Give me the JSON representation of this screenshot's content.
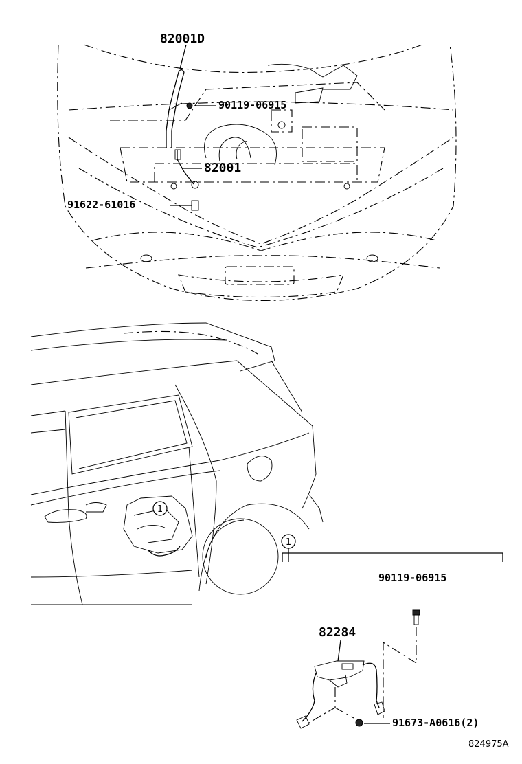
{
  "labels": {
    "p_82001D": "82001D",
    "p_90119_top": "90119-06915",
    "p_82001": "82001",
    "p_91622": "91622-61016",
    "p_90119_bottom": "90119-06915",
    "p_82284": "82284",
    "p_91673": "91673-A0616(2)"
  },
  "callouts": {
    "ref_1_car": "1",
    "ref_1_detail": "1"
  },
  "footer": {
    "diagram_code": "824975A"
  }
}
